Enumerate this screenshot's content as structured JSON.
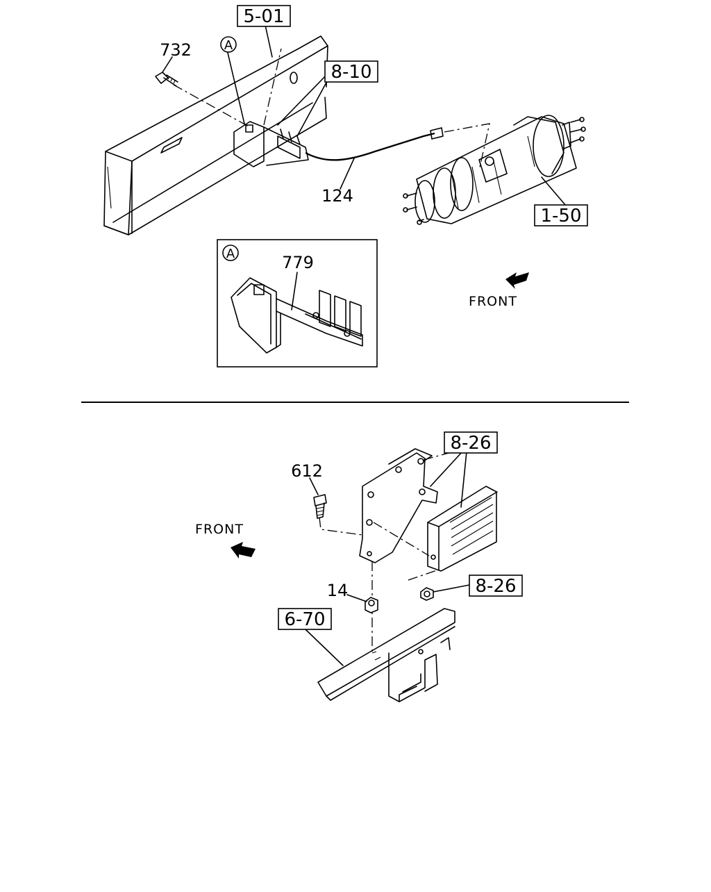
{
  "top_diagram": {
    "ref_frame": "5-01",
    "ref_clip": "8-10",
    "ref_filter": "1-50",
    "part_bolt": "732",
    "part_tube": "124",
    "detail_marker": "A",
    "detail": {
      "marker": "A",
      "part_bracket": "779"
    },
    "front_label": "FRONT"
  },
  "bottom_diagram": {
    "ref_box_upper": "8-26",
    "ref_box_lower": "8-26",
    "ref_crossmember": "6-70",
    "part_bolt": "612",
    "part_nut": "14",
    "front_label": "FRONT"
  }
}
